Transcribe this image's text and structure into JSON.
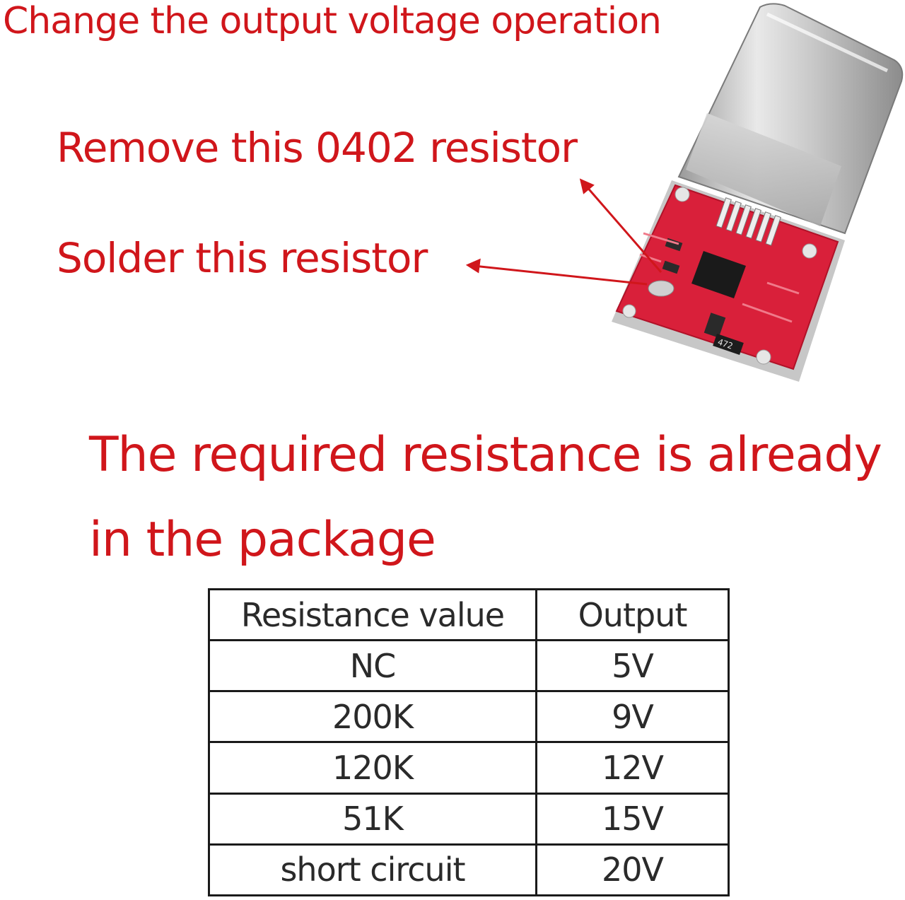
{
  "title": "Change the output voltage operation",
  "callouts": {
    "remove": "Remove this 0402 resistor",
    "solder": "Solder this resistor"
  },
  "note": {
    "line1": "The required resistance is already",
    "line2": "in the package"
  },
  "device": {
    "resistor_marking": "472"
  },
  "colors": {
    "text_red": "#d0161b",
    "pcb_red": "#d9203a"
  },
  "table": {
    "headers": [
      "Resistance value",
      "Output"
    ],
    "rows": [
      [
        "NC",
        "5V"
      ],
      [
        "200K",
        "9V"
      ],
      [
        "120K",
        "12V"
      ],
      [
        "51K",
        "15V"
      ],
      [
        "short circuit",
        "20V"
      ]
    ]
  }
}
